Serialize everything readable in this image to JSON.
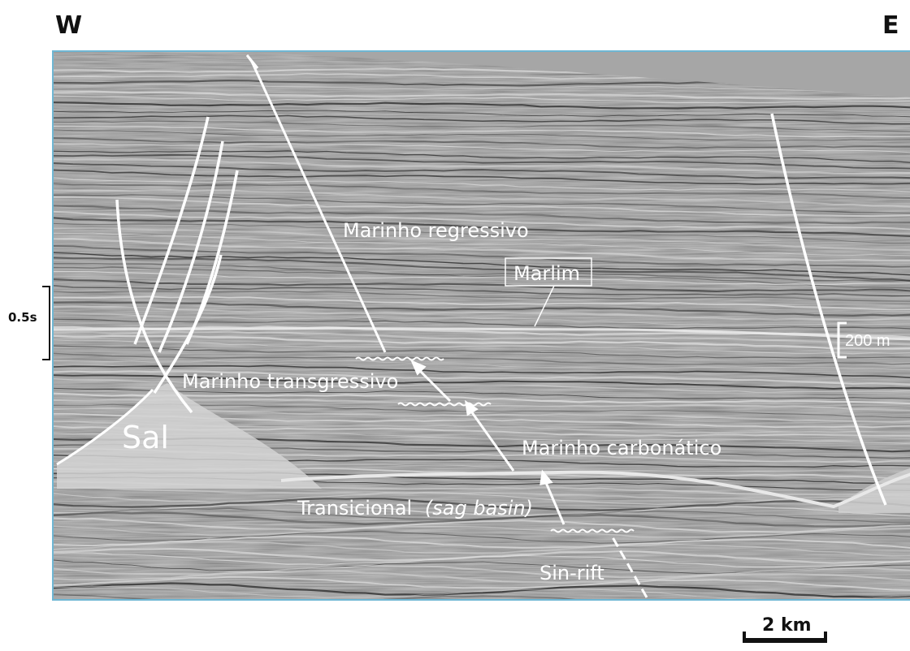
{
  "orientation": {
    "west": "W",
    "east": "E"
  },
  "vertical_scale": {
    "label": "0.5s"
  },
  "horizontal_scale": {
    "label": "2 km"
  },
  "depth_scale": {
    "label": "200 m"
  },
  "units": {
    "marinho_regressivo": "Marinho regressivo",
    "marlim": "Marlim",
    "marinho_transgressivo": "Marinho transgressivo",
    "sal": "Sal",
    "marinho_carbonatico": "Marinho carbonático",
    "transicional": "Transicional",
    "transicional_italic": "(sag basin)",
    "sin_rift": "Sin-rift"
  },
  "colors": {
    "seismic_background": "#8c8c8c",
    "water_column": "#a6a6a6",
    "frame_border": "#6fb6d3",
    "annotation": "#ffffff"
  }
}
